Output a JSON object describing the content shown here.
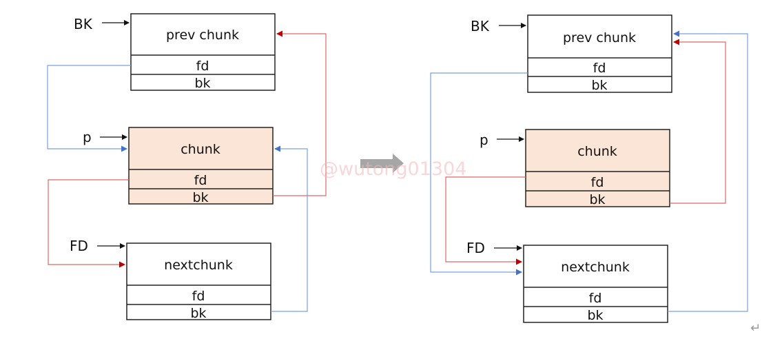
{
  "watermark": "@wutong01304",
  "colors": {
    "chunk_fill": "#fbe5d6",
    "plain_fill": "#ffffff",
    "border": "#222222",
    "red_link": "#d24b4b",
    "blue_link": "#5b86d6",
    "transition_arrow": "#a6a6a6"
  },
  "diagrams": [
    {
      "id": "before",
      "pointers": {
        "bk": "BK",
        "p": "p",
        "fd": "FD"
      },
      "chunks": [
        {
          "name": "prev chunk",
          "fields": [
            "fd",
            "bk"
          ],
          "highlight": false
        },
        {
          "name": "chunk",
          "fields": [
            "fd",
            "bk"
          ],
          "highlight": true
        },
        {
          "name": "nextchunk",
          "fields": [
            "fd",
            "bk"
          ],
          "highlight": false
        }
      ]
    },
    {
      "id": "after",
      "pointers": {
        "bk": "BK",
        "p": "p",
        "fd": "FD"
      },
      "chunks": [
        {
          "name": "prev chunk",
          "fields": [
            "fd",
            "bk"
          ],
          "highlight": false
        },
        {
          "name": "chunk",
          "fields": [
            "fd",
            "bk"
          ],
          "highlight": true
        },
        {
          "name": "nextchunk",
          "fields": [
            "fd",
            "bk"
          ],
          "highlight": false
        }
      ]
    }
  ],
  "return_symbol": "↵"
}
